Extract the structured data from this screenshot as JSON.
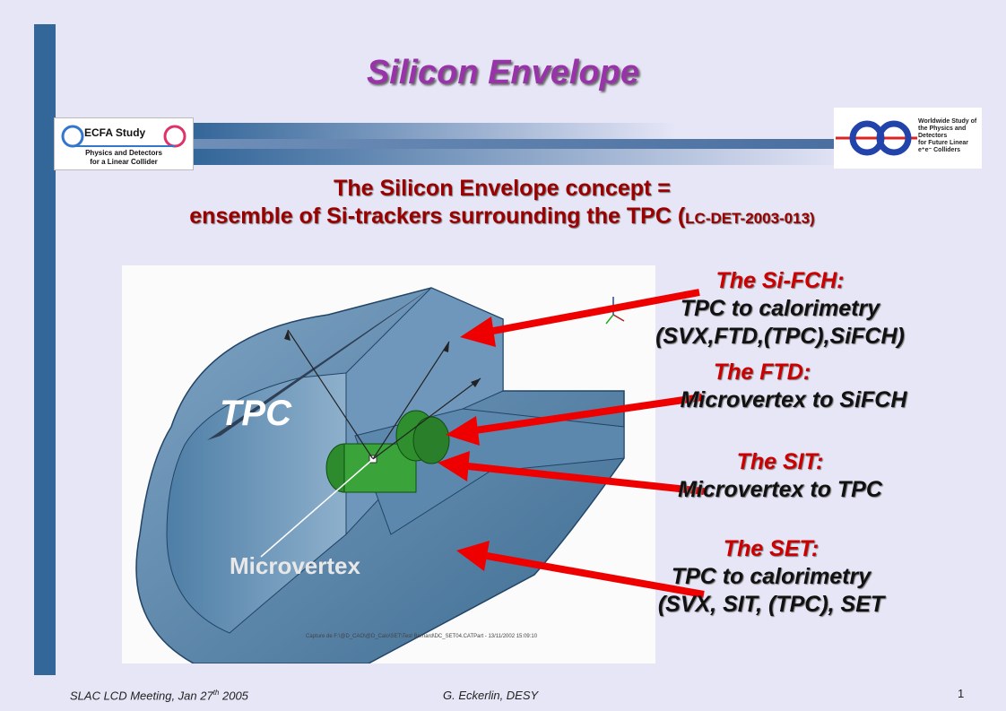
{
  "slide": {
    "title": "Silicon Envelope",
    "concept_line1": "The Silicon Envelope concept =",
    "concept_line2": "ensemble of Si-trackers surrounding the TPC (",
    "concept_ref": "LC-DET-2003-013)"
  },
  "logos": {
    "ecfa_title": "ECFA  Study",
    "ecfa_line1": "Physics and Detectors",
    "ecfa_line2": "for a Linear Collider",
    "ww_line1": "Worldwide Study of",
    "ww_line2": "the Physics and Detectors",
    "ww_line3": "for Future Linear",
    "ww_line4": "e⁺e⁻ Colliders"
  },
  "figure": {
    "tpc_label": "TPC",
    "microvertex_label": "Microvertex",
    "caption": "Capture de F:\\@D_CAO\\@D_Calo\\SET\\Test Bernard\\DC_SET04.CATPart - 13/11/2002 15:09:10"
  },
  "annotations": [
    {
      "heading": "The Si-FCH:",
      "body1": "TPC to calorimetry",
      "body2": "(SVX,FTD,(TPC),SiFCH)"
    },
    {
      "heading": "The FTD:",
      "body1": "Microvertex to SiFCH",
      "body2": ""
    },
    {
      "heading": "The SIT:",
      "body1": "Microvertex to TPC",
      "body2": ""
    },
    {
      "heading": "The SET:",
      "body1": "TPC to calorimetry",
      "body2": "(SVX, SIT, (TPC), SET"
    }
  ],
  "footer": {
    "meeting": "SLAC LCD  Meeting, Jan 27",
    "meeting_sup": "th",
    "meeting_year": " 2005",
    "author": "G. Eckerlin, DESY",
    "page": "1"
  },
  "colors": {
    "title": "#9933aa",
    "concept": "#9a0000",
    "annotation_heading": "#cc0000",
    "arrow": "#ee0000",
    "accent_bar": "#336699"
  }
}
